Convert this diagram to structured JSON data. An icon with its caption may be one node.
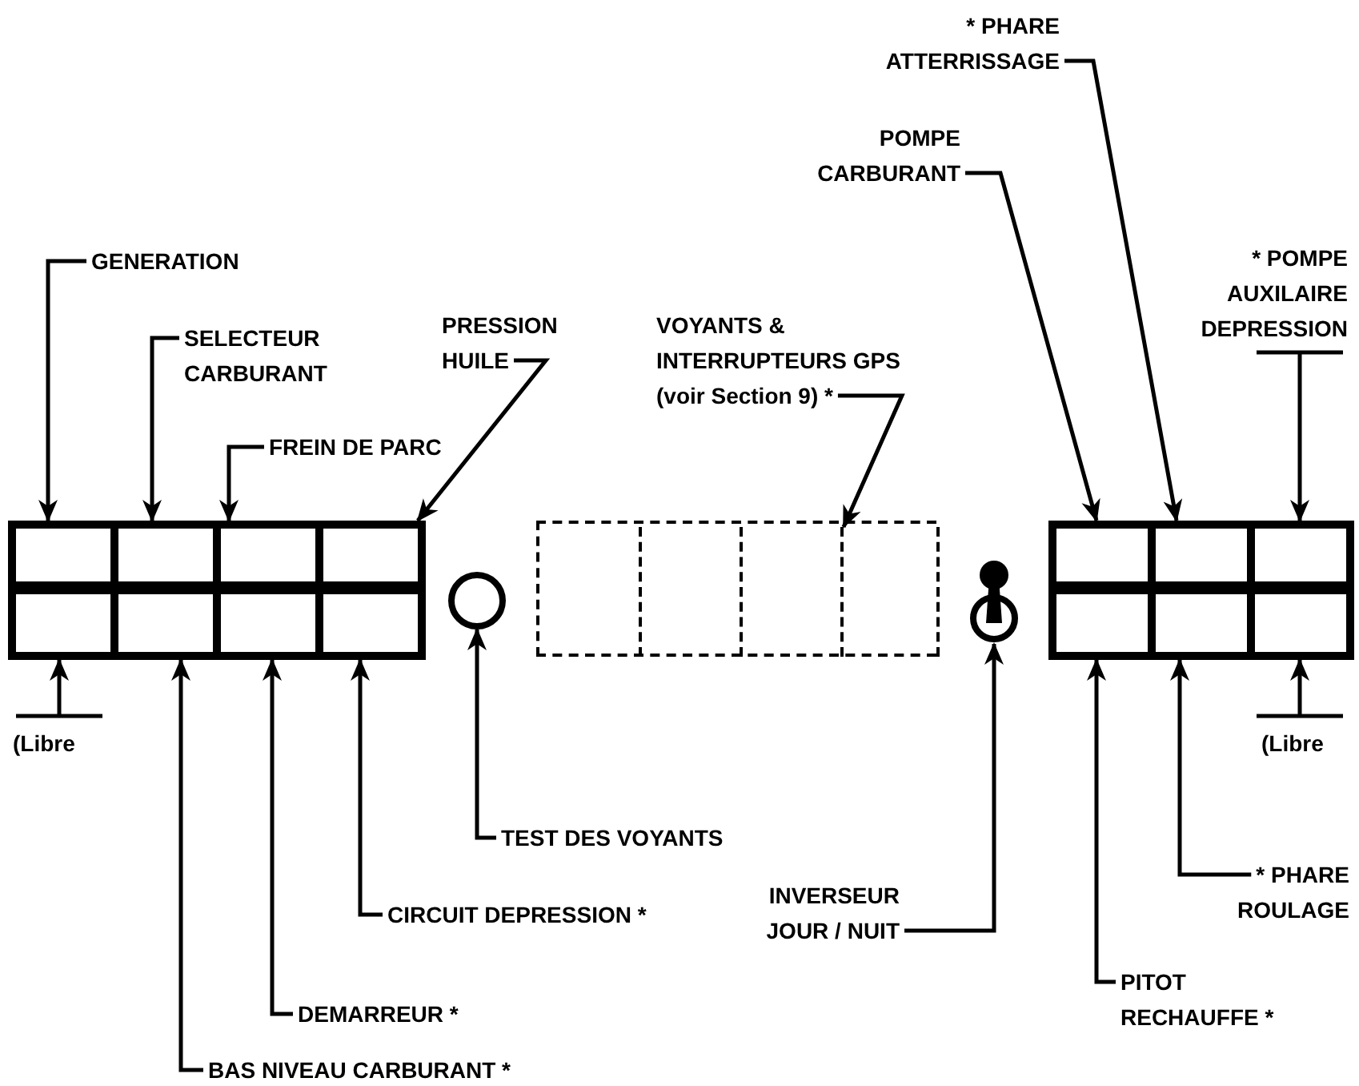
{
  "diagram": {
    "nodes": [
      {
        "text": [
          "* PHARE ATTERRISSAGE"
        ]
      },
      {
        "text": [
          "POMPE CARBURANT"
        ]
      },
      {
        "text": [
          "GENERATION"
        ]
      },
      {
        "text": [
          "* POMPE AUXILAIRE DEPRESSION"
        ]
      },
      {
        "text": [
          "SELECTEUR CARBURANT"
        ]
      },
      {
        "text": [
          "PRESSION HUILE"
        ]
      },
      {
        "text": [
          "VOYANTS & INTERRUPTEURS GPS (voir Section 9) *"
        ]
      },
      {
        "text": [
          "FREIN DE PARC"
        ]
      },
      {
        "text": [],
        "shape": "box"
      },
      {
        "text": [],
        "shape": "box",
        "in": 8
      },
      {
        "text": [],
        "shape": "box",
        "in": 8
      },
      {
        "text": [],
        "shape": "box",
        "in": 8
      },
      {
        "text": [],
        "shape": "box",
        "in": 8
      },
      {
        "text": [],
        "shape": "box",
        "in": 8
      },
      {
        "text": [],
        "shape": "box",
        "in": 8
      },
      {
        "text": [],
        "shape": "box",
        "in": 8
      },
      {
        "text": [],
        "shape": "box",
        "in": 8
      },
      {
        "text": [],
        "shape": "circle"
      },
      {
        "text": [],
        "shape": "box"
      },
      {
        "text": [],
        "shape": "box",
        "in": 18
      },
      {
        "text": [],
        "shape": "box",
        "in": 18
      },
      {
        "text": [],
        "shape": "box",
        "in": 18
      },
      {
        "text": [],
        "shape": "box",
        "in": 18
      },
      {
        "text": [],
        "shape": "circle"
      },
      {
        "text": [],
        "shape": "box"
      },
      {
        "text": [],
        "shape": "box",
        "in": 24
      },
      {
        "text": [],
        "shape": "box",
        "in": 24
      },
      {
        "text": [],
        "shape": "box",
        "in": 24
      },
      {
        "text": [],
        "shape": "box",
        "in": 24
      },
      {
        "text": [],
        "shape": "box",
        "in": 24
      },
      {
        "text": [],
        "shape": "box",
        "in": 24
      },
      {
        "text": [
          "(Libre"
        ]
      },
      {
        "text": [
          "(Libre"
        ]
      },
      {
        "text": [
          "TEST DES VOYANTS"
        ]
      },
      {
        "text": [
          "* PHARE ROULAGE"
        ]
      },
      {
        "text": [
          "CIRCUIT DEPRESSION *"
        ]
      },
      {
        "text": [
          "INVERSEUR JOUR / NUIT"
        ]
      },
      {
        "text": [
          "PITOT RECHAUFFE *"
        ]
      },
      {
        "text": [
          "DEMARREUR *"
        ]
      },
      {
        "text": [
          "BAS NIVEAU CARBURANT *"
        ]
      }
    ],
    "edges": [
      {
        "from": 2,
        "to": 9,
        "arrow": "to"
      },
      {
        "from": 4,
        "to": 10,
        "arrow": "to"
      },
      {
        "from": 7,
        "to": 11,
        "arrow": "to"
      },
      {
        "from": 5,
        "to": 12,
        "arrow": "to"
      },
      {
        "from": 6,
        "to": 22,
        "arrow": "to"
      },
      {
        "from": 1,
        "to": 25,
        "arrow": "to"
      },
      {
        "from": 0,
        "to": 26,
        "arrow": "to"
      },
      {
        "from": 3,
        "to": 27,
        "arrow": "to"
      },
      {
        "from": 31,
        "to": 13,
        "arrow": "to"
      },
      {
        "from": 39,
        "to": 14,
        "arrow": "to"
      },
      {
        "from": 38,
        "to": 15,
        "arrow": "to"
      },
      {
        "from": 35,
        "to": 16,
        "arrow": "to"
      },
      {
        "from": 33,
        "to": 17,
        "arrow": "to"
      },
      {
        "from": 36,
        "to": 23,
        "arrow": "to"
      },
      {
        "from": 37,
        "to": 28,
        "arrow": "to"
      },
      {
        "from": 34,
        "to": 29,
        "arrow": "to"
      },
      {
        "from": 32,
        "to": 30,
        "arrow": "to"
      }
    ]
  }
}
